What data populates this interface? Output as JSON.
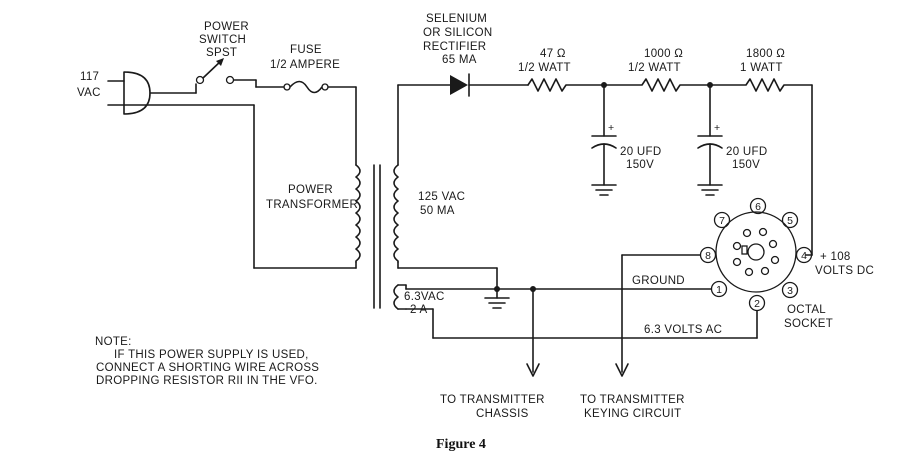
{
  "labels": {
    "ac_in_1": "117",
    "ac_in_2": "VAC",
    "switch_1": "POWER",
    "switch_2": "SWITCH",
    "switch_3": "SPST",
    "fuse_1": "FUSE",
    "fuse_2": "1/2 AMPERE",
    "rect_1": "SELENIUM",
    "rect_2": "OR SILICON",
    "rect_3": "RECTIFIER",
    "rect_4": "65 MA",
    "r1_1": "47 Ω",
    "r1_2": "1/2 WATT",
    "r2_1": "1000 Ω",
    "r2_2": "1/2 WATT",
    "r3_1": "1800 Ω",
    "r3_2": "1 WATT",
    "c1_1": "20 UFD",
    "c1_2": "150V",
    "c2_1": "20 UFD",
    "c2_2": "150V",
    "plus": "+",
    "xfmr_1": "POWER",
    "xfmr_2": "TRANSFORMER",
    "sec_hv_1": "125 VAC",
    "sec_hv_2": "50 MA",
    "sec_lv_1": "6.3VAC",
    "sec_lv_2": "2 A",
    "ground": "GROUND",
    "heater": "6.3  VOLTS AC",
    "b_plus_1": "+ 108",
    "b_plus_2": "VOLTS DC",
    "socket_1": "OCTAL",
    "socket_2": "SOCKET",
    "note_1": "NOTE:",
    "note_2": "IF THIS POWER SUPPLY IS USED,",
    "note_3": "CONNECT A SHORTING WIRE ACROSS",
    "note_4": "DROPPING RESISTOR RII IN THE VFO.",
    "to_chassis_1": "TO TRANSMITTER",
    "to_chassis_2": "CHASSIS",
    "to_key_1": "TO TRANSMITTER",
    "to_key_2": "KEYING CIRCUIT",
    "caption": "Figure 4"
  },
  "pins": [
    "1",
    "2",
    "3",
    "4",
    "5",
    "6",
    "7",
    "8"
  ]
}
